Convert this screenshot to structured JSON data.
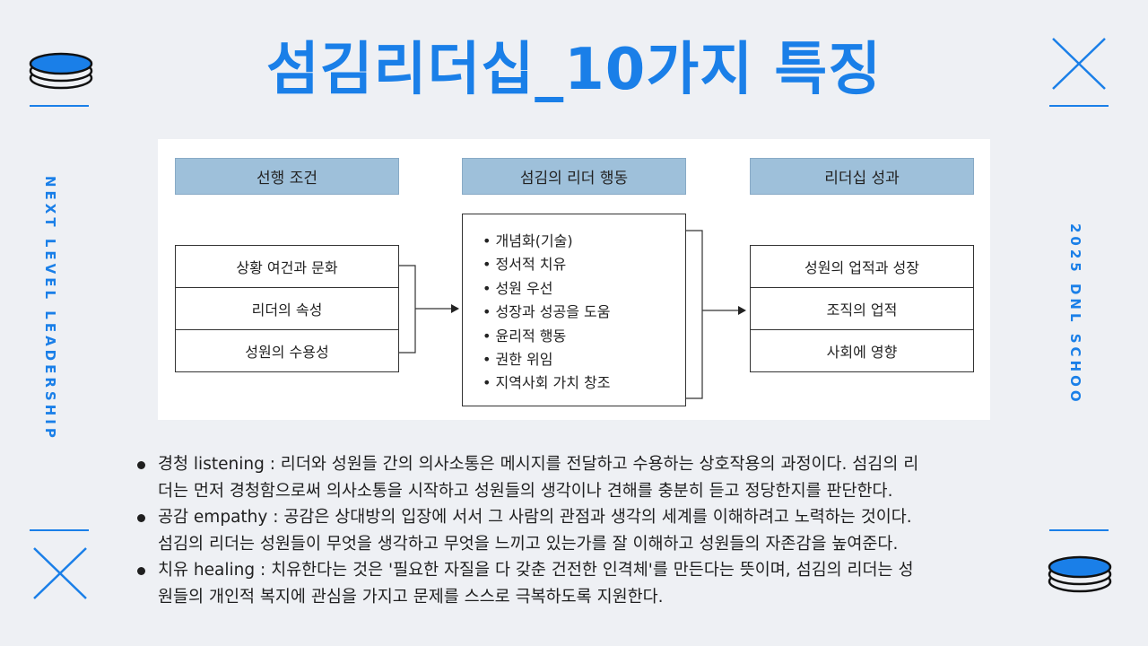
{
  "title": "섬김리더십_10가지 특징",
  "side_left": "NEXT LEVEL LEADERSHIP",
  "side_right": "2025 DNL SCHOO",
  "diagram": {
    "headers": [
      "선행 조건",
      "섬김의 리더 행동",
      "리더십 성과"
    ],
    "left_items": [
      "상황 여건과 문화",
      "리더의 속성",
      "성원의 수용성"
    ],
    "middle_items": [
      "개념화(기술)",
      "정서적 치유",
      "성원 우선",
      "성장과 성공을 도움",
      "윤리적 행동",
      "권한 위임",
      "지역사회 가치 창조"
    ],
    "right_items": [
      "성원의 업적과 성장",
      "조직의 업적",
      "사회에 영향"
    ]
  },
  "bullets": [
    {
      "line1": "경청 listening : 리더와 성원들 간의 의사소통은 메시지를 전달하고 수용하는 상호작용의 과정이다. 섬김의 리",
      "line2": "더는 먼저 경청함으로써 의사소통을 시작하고 성원들의 생각이나 견해를 충분히 듣고 정당한지를 판단한다."
    },
    {
      "line1": "공감 empathy : 공감은 상대방의 입장에 서서 그 사람의 관점과 생각의 세계를 이해하려고 노력하는 것이다.",
      "line2": "섬김의 리더는 성원들이 무엇을 생각하고 무엇을 느끼고 있는가를 잘 이해하고 성원들의 자존감을 높여준다."
    },
    {
      "line1": "치유 healing : 치유한다는 것은 '필요한 자질을 다 갖춘 건전한 인격체'를 만든다는 뜻이며, 섬김의 리더는 성",
      "line2": "원들의 개인적 복지에 관심을 가지고 문제를 스스로 극복하도록 지원한다."
    }
  ],
  "colors": {
    "accent": "#1a7fe8",
    "header_fill": "#9ec0da",
    "background": "#eef0f4"
  }
}
